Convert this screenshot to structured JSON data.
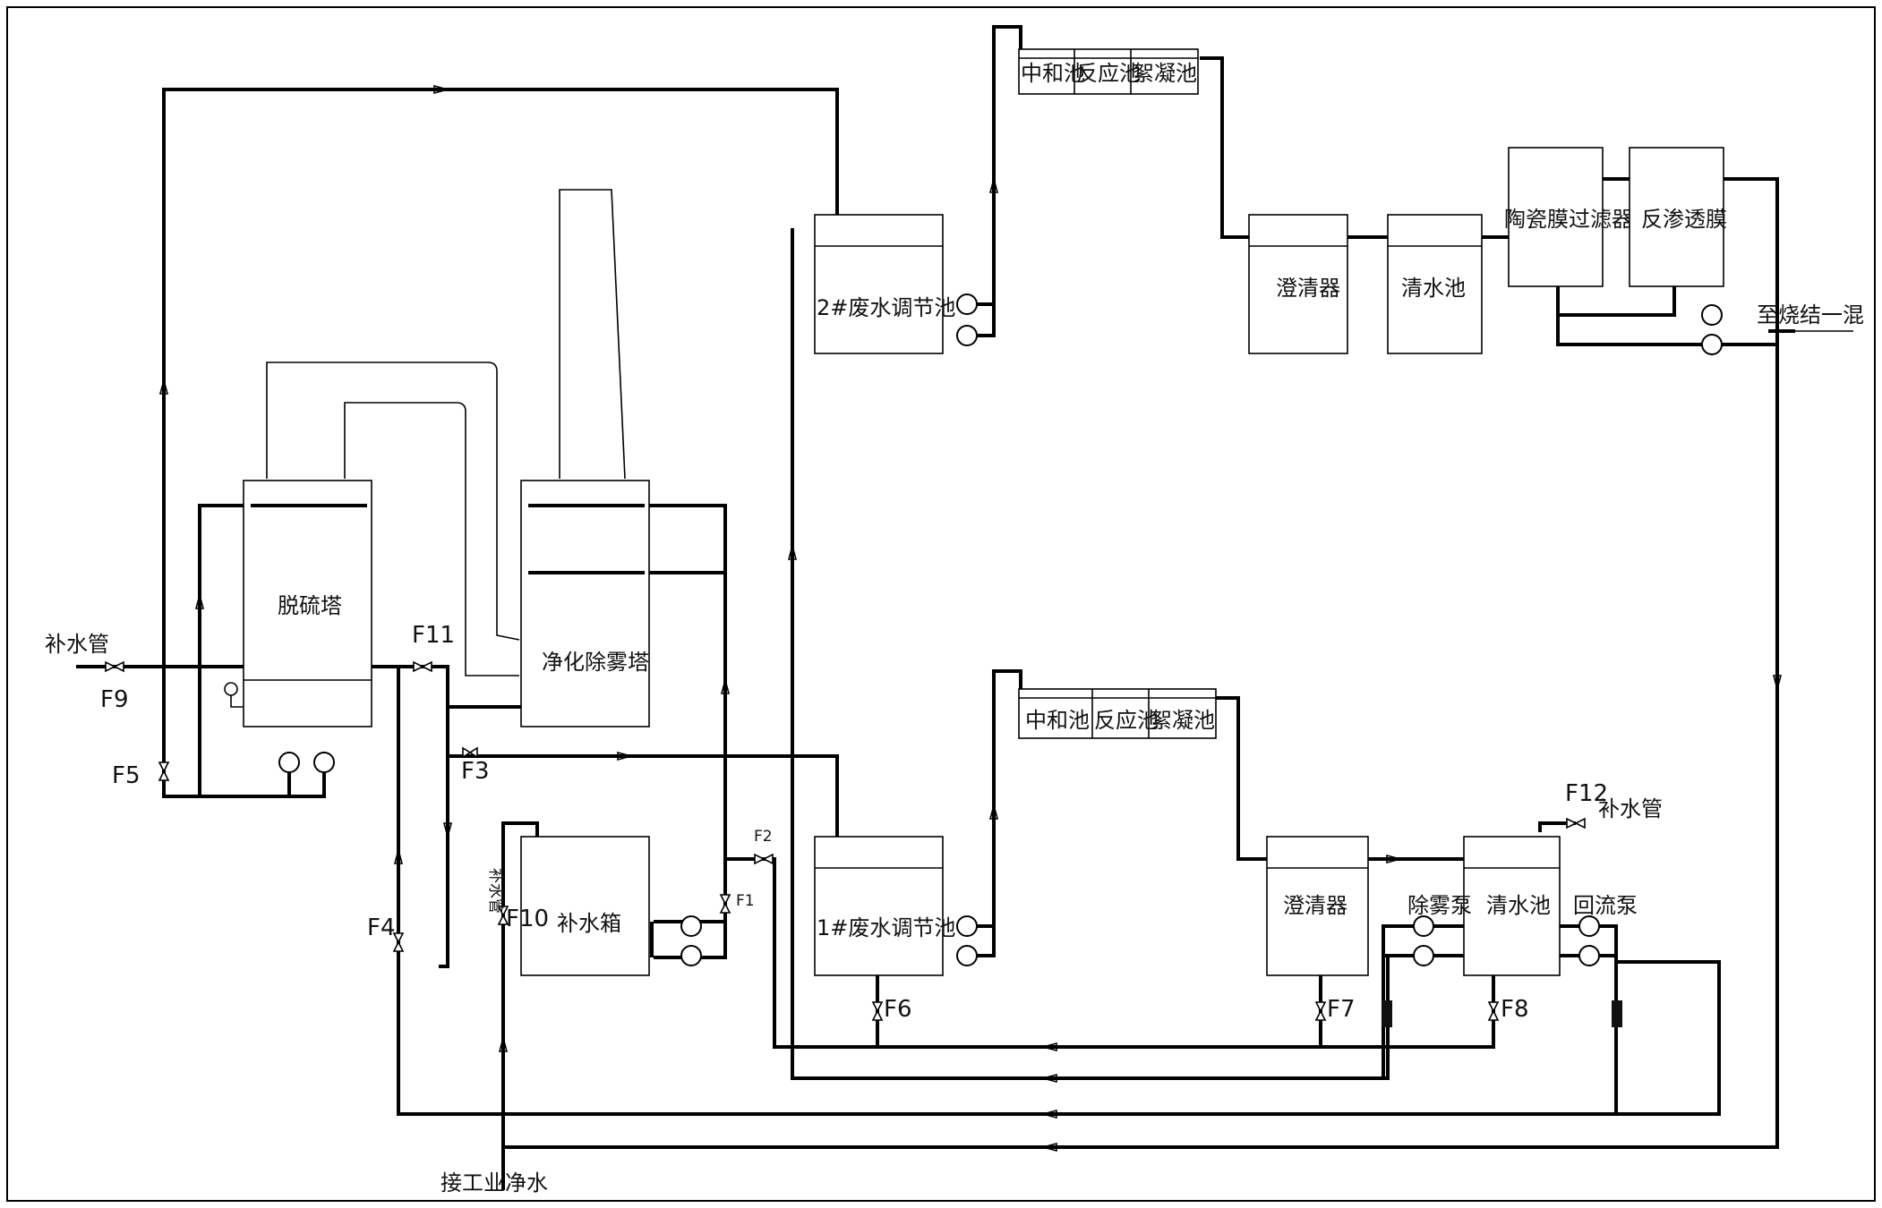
{
  "units": {
    "desulfurization_tower": "脱硫塔",
    "purification_demister_tower": "净化除雾塔",
    "makeup_tank": "补水箱",
    "wastewater_pool_2": "2#废水调节池",
    "wastewater_pool_1": "1#废水调节池",
    "clarifier_top": "澄清器",
    "clear_pool_top": "清水池",
    "ceramic_filter": "陶瓷膜过滤器",
    "reverse_osmosis": "反渗透膜",
    "clarifier_bottom": "澄清器",
    "clear_pool_bottom": "清水池"
  },
  "series_tanks_top": [
    "中和池",
    "反应池",
    "絮凝池"
  ],
  "series_tanks_bottom": [
    "中和池",
    "反应池",
    "絮凝池"
  ],
  "labels": {
    "makeup_pipe_left": "补水管",
    "makeup_pipe_right": "补水管",
    "makeup_pipe_vertical": "补水管",
    "to_sintering": "至烧结一混",
    "industrial_water": "接工业净水",
    "demist_pump": "除雾泵",
    "return_pump": "回流泵"
  },
  "valves": {
    "f1": "F1",
    "f2": "F2",
    "f3": "F3",
    "f4": "F4",
    "f5": "F5",
    "f6": "F6",
    "f7": "F7",
    "f8": "F8",
    "f9": "F9",
    "f10": "F10",
    "f11": "F11",
    "f12": "F12"
  }
}
